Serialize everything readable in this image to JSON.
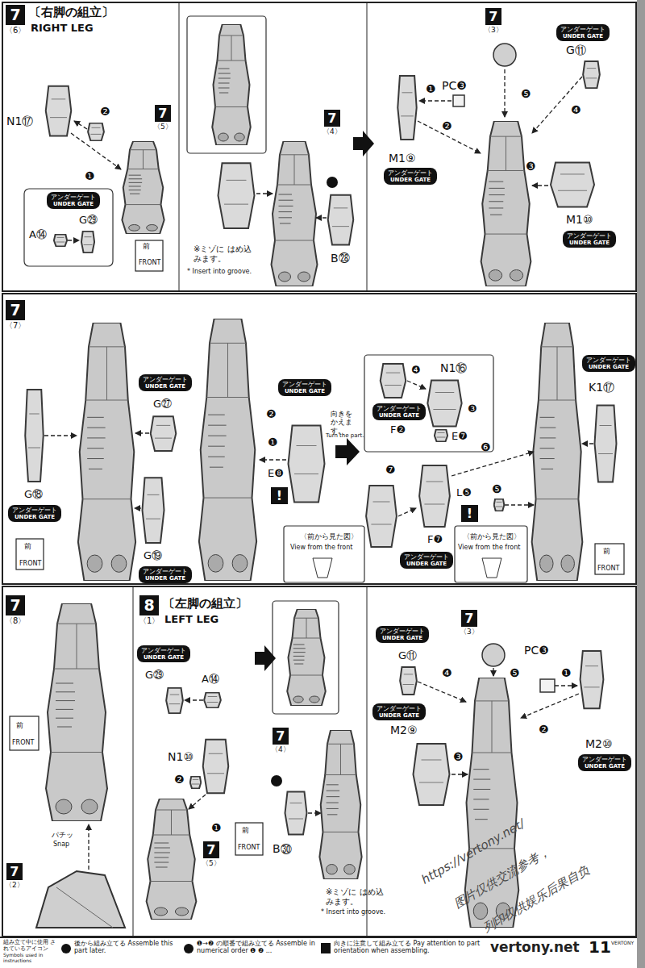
{
  "diagram": {
    "nodes": [
      {
        "text": [
          "7",
          "〈6〉"
        ]
      },
      {
        "text": [
          "7",
          "〈5〉"
        ]
      },
      {
        "text": [
          "アンダーゲート",
          "UNDER GATE"
        ]
      },
      {
        "text": [
          "7",
          "〈4〉"
        ]
      },
      {
        "text": [
          "7",
          "〈3〉"
        ]
      },
      {
        "text": [
          "アンダーゲート",
          "UNDER GATE"
        ]
      },
      {
        "text": [
          "アンダーゲート",
          "UNDER GATE"
        ]
      },
      {
        "text": [
          "アンダーゲート",
          "UNDER GATE"
        ]
      },
      {
        "text": [
          "7",
          "〈7〉"
        ]
      },
      {
        "text": [
          "アンダーゲート",
          "UNDER GATE"
        ]
      },
      {
        "text": [
          "アンダーゲート",
          "UNDER GATE"
        ]
      },
      {
        "text": [
          "!"
        ]
      },
      {
        "text": [
          "アンダーゲート",
          "UNDER GATE"
        ]
      },
      {
        "text": [
          "アンダーゲート",
          "UNDER GATE"
        ]
      },
      {
        "text": [
          "アンダーゲート",
          "UNDER GATE"
        ]
      },
      {
        "text": [
          "!"
        ]
      },
      {
        "text": [
          "アンダーゲート",
          "UNDER GATE"
        ]
      },
      {
        "text": [
          "アンダーゲート",
          "UNDER GATE"
        ]
      },
      {
        "text": [
          "7",
          "〈8〉"
        ]
      },
      {
        "text": [
          "8",
          "〈1〉"
        ]
      },
      {
        "text": [
          "アンダーゲート",
          "UNDER GATE"
        ]
      },
      {
        "text": [
          "7",
          "〈5〉"
        ]
      },
      {
        "text": [
          "7",
          "〈4〉"
        ]
      },
      {
        "text": [
          "アンダーゲート",
          "UNDER GATE"
        ]
      },
      {
        "text": [
          "7",
          "〈3〉"
        ]
      },
      {
        "text": [
          "アンダーゲート",
          "UNDER GATE"
        ]
      },
      {
        "text": [
          "アンダーゲート",
          "UNDER GATE"
        ]
      },
      {
        "text": [
          "7",
          "〈2〉"
        ]
      }
    ],
    "labels": [
      "〔右脚の組立〕",
      "RIGHT LEG",
      "N1⑰",
      "❷",
      "❶",
      "G㉙",
      "A⑭",
      "前",
      "FRONT",
      "※ミゾに はめ込みます。",
      "* Insert into groove.",
      "B㉘",
      "G⑪",
      "PC❸",
      "❶",
      "❺",
      "❹",
      "❷",
      "M1⑨",
      "❸",
      "M1⑩",
      "❷",
      "G㉗",
      "❶",
      "E❽",
      "向きを かえます。",
      "Turn the part.",
      "G⑱",
      "〈前から見た図〉",
      "View from the front",
      "G⑲",
      "前",
      "FRONT",
      "N1⑯",
      "❹",
      "❸",
      "E❼",
      "F❷",
      "❼",
      "❻",
      "❺",
      "L❺",
      "〈前から見た図〉",
      "View from the front",
      "F❼",
      "K1⑰",
      "前",
      "FRONT",
      "前",
      "FRONT",
      "パチッ",
      "Snap",
      "〔左脚の組立〕",
      "LEFT LEG",
      "G㉙",
      "A⑭",
      "N1⑩",
      "❷",
      "❶",
      "前",
      "FRONT",
      "B㉚",
      "※ミゾに はめ込みます。",
      "* Insert into groove.",
      "G⑪",
      "❹",
      "❺",
      "❶",
      "PC❸",
      "❷",
      "M2⑨",
      "❸",
      "M2⑩",
      "組み立て中に使用 されているアイコン",
      "Symbols used in instructions",
      "11",
      "VERTONY",
      "https://vertony.net/",
      "图片仅供交流参考，",
      "列印仅供娱乐后果自负",
      "vertony.net"
    ],
    "legend": [
      {
        "text": "後から組み立てる Assemble this part later."
      },
      {
        "text": "❶→❷ の順番で組み立てる Assemble in numerical order ❶ ❷ ..."
      },
      {
        "text": "向きに注意して組み立てる Pay attention to part orientation when assembling."
      }
    ]
  }
}
